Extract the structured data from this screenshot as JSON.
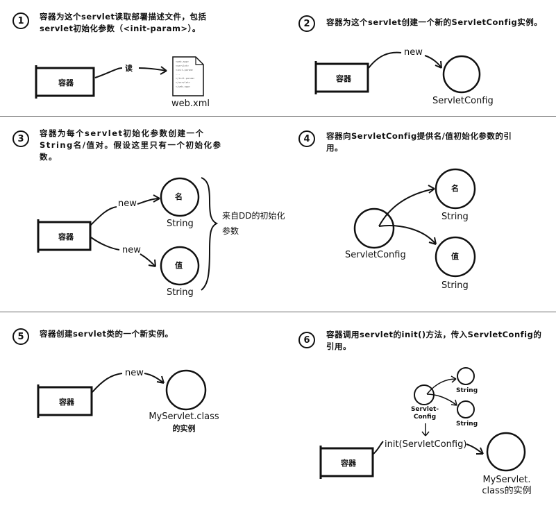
{
  "panels": [
    {
      "num": "1",
      "text_lines": [
        "容器为这个servlet读取部署描述文件，包括",
        "servlet初始化参数（<init-param>）。"
      ],
      "container": "容器",
      "arrow": "读",
      "file": "web.xml"
    },
    {
      "num": "2",
      "text_lines": [
        "容器为这个servlet创建一个新的ServletConfig实例。"
      ],
      "container": "容器",
      "arrow": "new",
      "object": "ServletConfig"
    },
    {
      "num": "3",
      "text_lines": [
        "容器为每个servlet初始化参数创建一个",
        "String名/值对。假设这里只有一个初始化参",
        "数。"
      ],
      "container": "容器",
      "arrow_top": "new",
      "arrow_bottom": "new",
      "name_circle": "名",
      "value_circle": "值",
      "string_top": "String",
      "string_bottom": "String",
      "brace_note_lines": [
        "来自DD的初始化",
        "参数"
      ]
    },
    {
      "num": "4",
      "text_lines": [
        "容器向ServletConfig提供名/值初始化参数的引",
        "用。"
      ],
      "name_circle": "名",
      "value_circle": "值",
      "string_top": "String",
      "string_bottom": "String",
      "config": "ServletConfig"
    },
    {
      "num": "5",
      "text_lines": [
        "容器创建servlet类的一个新实例。"
      ],
      "container": "容器",
      "arrow": "new",
      "object_lines": [
        "MyServlet.class",
        "的实例"
      ]
    },
    {
      "num": "6",
      "text_lines": [
        "容器调用servlet的init()方法，传入ServletConfig的",
        "引用。"
      ],
      "container": "容器",
      "string_top": "String",
      "string_bottom": "String",
      "config_lines": [
        "Servlet-",
        "Config"
      ],
      "call": "init(ServletConfig)",
      "object_lines": [
        "MyServlet.",
        "class的实例"
      ]
    }
  ],
  "file_lines": [
    "<web-app>",
    "<servlet>",
    "<init-param>",
    "...",
    "</init-param>",
    "</servlet>",
    "</web-app>"
  ]
}
